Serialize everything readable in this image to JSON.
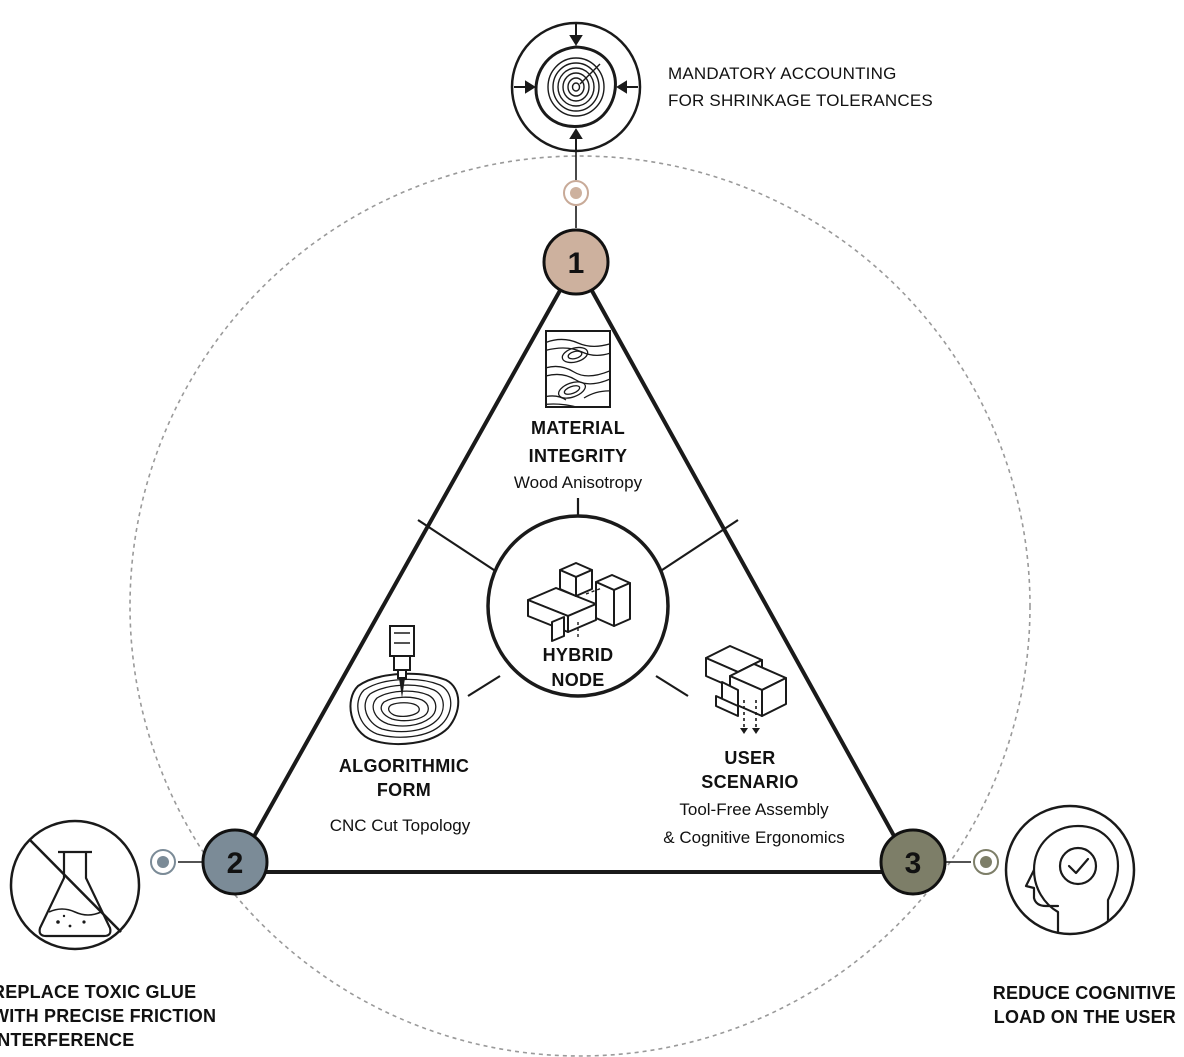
{
  "center": {
    "line1": "HYBRID",
    "line2": "NODE"
  },
  "sections": {
    "material": {
      "line1": "MATERIAL",
      "line2": "INTEGRITY",
      "sub": "Wood Anisotropy"
    },
    "algorithmic": {
      "line1": "ALGORITHMIC",
      "line2": "FORM",
      "sub": "CNC Cut Topology"
    },
    "user": {
      "line1": "USER",
      "line2": "SCENARIO",
      "sub1": "Tool-Free Assembly",
      "sub2": "& Cognitive Ergonomics"
    }
  },
  "vertices": [
    {
      "label": "1",
      "color": "#cdb19e"
    },
    {
      "label": "2",
      "color": "#7b8b97"
    },
    {
      "label": "3",
      "color": "#7d7e68"
    }
  ],
  "outcomes": {
    "top": {
      "line1": "MANDATORY ACCOUNTING",
      "line2": "FOR SHRINKAGE TOLERANCES"
    },
    "left": {
      "line1": "REPLACE TOXIC GLUE",
      "line2": "WITH PRECISE FRICTION",
      "line3": "INTERFERENCE"
    },
    "right": {
      "line1": "REDUCE COGNITIVE",
      "line2": "LOAD ON THE USER"
    }
  },
  "icons": {
    "top": "wood-shrinkage-icon",
    "left": "no-glue-flask-icon",
    "right": "head-checkmark-icon",
    "material": "wood-grain-icon",
    "algorithmic": "cnc-router-icon",
    "user": "joint-assembly-icon",
    "center": "interlocking-joint-icon"
  }
}
